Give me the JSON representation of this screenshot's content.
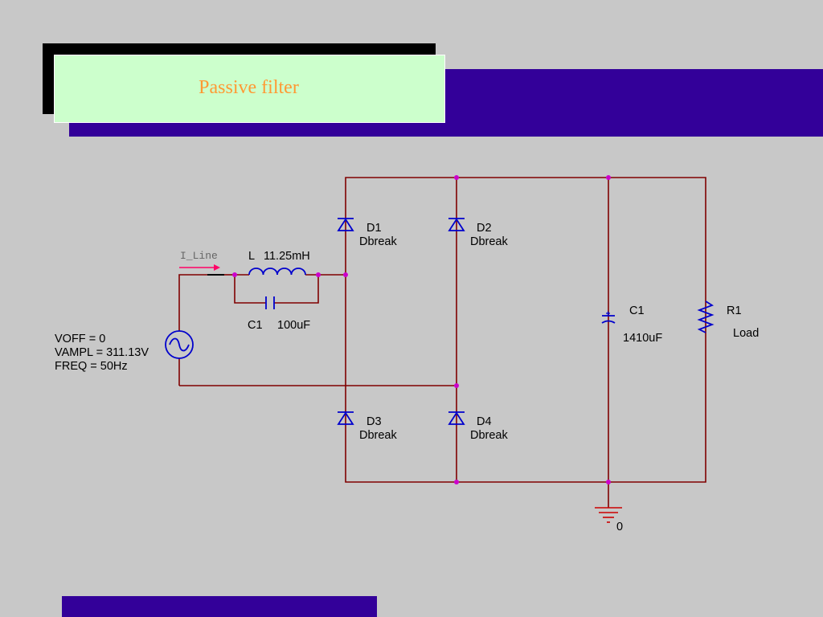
{
  "slide": {
    "title": "Passive filter",
    "colors": {
      "background": "#c8c8c8",
      "accent_bar": "#330099",
      "title_fill": "#ccffcc",
      "title_text": "#ff9933",
      "wire": "#800000",
      "component": "#0000cc",
      "node": "#cc00cc",
      "ground": "#cc0000",
      "probe": "#ff0066"
    }
  },
  "circuit": {
    "source": {
      "voff": "VOFF = 0",
      "vampl": "VAMPL = 311.13V",
      "freq": "FREQ = 50Hz"
    },
    "probe_label": "I_Line",
    "inductor": {
      "name": "L",
      "value": "11.25mH"
    },
    "filter_cap": {
      "name": "C1",
      "value": "100uF"
    },
    "diodes": [
      {
        "name": "D1",
        "model": "Dbreak"
      },
      {
        "name": "D2",
        "model": "Dbreak"
      },
      {
        "name": "D3",
        "model": "Dbreak"
      },
      {
        "name": "D4",
        "model": "Dbreak"
      }
    ],
    "output_cap": {
      "name": "C1",
      "value": "1410uF"
    },
    "resistor": {
      "name": "R1",
      "value": "Load"
    },
    "ground_label": "0"
  }
}
